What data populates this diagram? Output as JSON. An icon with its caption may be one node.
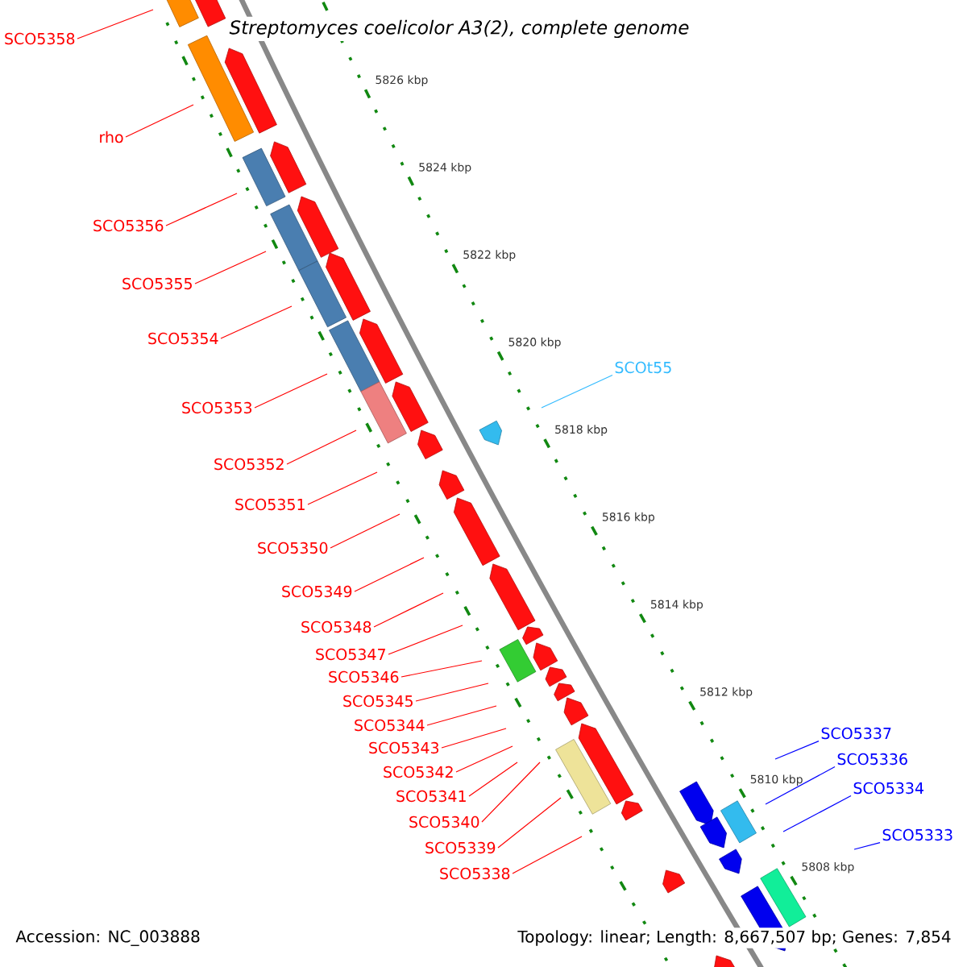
{
  "diagram": {
    "title": "Streptomyces coelicolor A3(2), complete genome",
    "nodes": [
      {
        "text": [
          "SCO5358"
        ]
      },
      {
        "text": [
          "rho"
        ]
      },
      {
        "text": [
          "SCO5356"
        ]
      },
      {
        "text": [
          "SCO5355"
        ]
      },
      {
        "text": [
          "SCO5354"
        ]
      },
      {
        "text": [
          "SCO5353"
        ]
      },
      {
        "text": [
          "SCO5352"
        ]
      },
      {
        "text": [
          "SCO5351"
        ]
      },
      {
        "text": [
          "SCO5350"
        ]
      },
      {
        "text": [
          "SCO5349"
        ]
      },
      {
        "text": [
          "SCO5348"
        ]
      },
      {
        "text": [
          "SCO5347"
        ]
      },
      {
        "text": [
          "SCO5346"
        ]
      },
      {
        "text": [
          "SCO5345"
        ]
      },
      {
        "text": [
          "SCO5344"
        ]
      },
      {
        "text": [
          "SCO5343"
        ]
      },
      {
        "text": [
          "SCO5342"
        ]
      },
      {
        "text": [
          "SCO5341"
        ]
      },
      {
        "text": [
          "SCO5340"
        ]
      },
      {
        "text": [
          "SCO5339"
        ]
      },
      {
        "text": [
          "SCO5338"
        ]
      },
      {
        "text": [
          "SCOt55"
        ]
      },
      {
        "text": [
          "SCO5337"
        ]
      },
      {
        "text": [
          "SCO5336"
        ]
      },
      {
        "text": [
          "SCO5334"
        ]
      },
      {
        "text": [
          "SCO5333"
        ]
      }
    ],
    "edges": [
      {
        "from": 0,
        "to": null,
        "arrow": "none"
      },
      {
        "from": 1,
        "to": null,
        "arrow": "none"
      },
      {
        "from": 2,
        "to": null,
        "arrow": "none"
      },
      {
        "from": 3,
        "to": null,
        "arrow": "none"
      },
      {
        "from": 4,
        "to": null,
        "arrow": "none"
      },
      {
        "from": 5,
        "to": null,
        "arrow": "none"
      },
      {
        "from": 6,
        "to": null,
        "arrow": "none"
      },
      {
        "from": 7,
        "to": null,
        "arrow": "none"
      },
      {
        "from": 8,
        "to": null,
        "arrow": "none"
      },
      {
        "from": 9,
        "to": null,
        "arrow": "none"
      },
      {
        "from": 10,
        "to": null,
        "arrow": "none"
      },
      {
        "from": 11,
        "to": null,
        "arrow": "none"
      },
      {
        "from": 12,
        "to": null,
        "arrow": "none"
      },
      {
        "from": 13,
        "to": null,
        "arrow": "none"
      },
      {
        "from": 14,
        "to": null,
        "arrow": "none"
      },
      {
        "from": 15,
        "to": null,
        "arrow": "none"
      },
      {
        "from": 16,
        "to": null,
        "arrow": "none"
      },
      {
        "from": 17,
        "to": null,
        "arrow": "none"
      },
      {
        "from": 18,
        "to": null,
        "arrow": "none"
      },
      {
        "from": 19,
        "to": null,
        "arrow": "none"
      },
      {
        "from": 20,
        "to": null,
        "arrow": "none"
      },
      {
        "from": 21,
        "to": null,
        "arrow": "none",
        "color": "#33bbff"
      },
      {
        "from": 22,
        "to": null,
        "arrow": "none",
        "color": "#0000ff"
      },
      {
        "from": 23,
        "to": null,
        "arrow": "none",
        "color": "#0000ff"
      },
      {
        "from": 24,
        "to": null,
        "arrow": "none",
        "color": "#0000ff"
      },
      {
        "from": 25,
        "to": null,
        "arrow": "none",
        "color": "#0000ff"
      }
    ],
    "labels": [
      "5826 kbp",
      "5824 kbp",
      "5822 kbp",
      "5820 kbp",
      "5818 kbp",
      "5816 kbp",
      "5814 kbp",
      "5812 kbp",
      "5810 kbp",
      "5808 kbp",
      "Accession: NC_003888",
      "Topology: linear; Length: 8,667,507 bp; Genes: 7,854"
    ]
  }
}
